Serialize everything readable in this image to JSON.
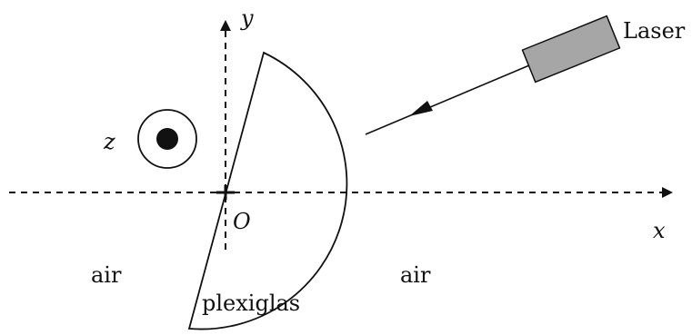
{
  "labels": {
    "laser": "Laser",
    "y_axis": "y",
    "x_axis": "x",
    "z_axis": "z",
    "origin": "O",
    "air_left": "air",
    "air_right": "air",
    "material": "plexiglas"
  },
  "colors": {
    "ink": "#111111",
    "laser_body": "#a6a6a6",
    "background": "#ffffff"
  },
  "icons": {
    "z_axis_symbol": "out-of-page-dot-icon",
    "beam_direction": "arrowhead-icon"
  }
}
